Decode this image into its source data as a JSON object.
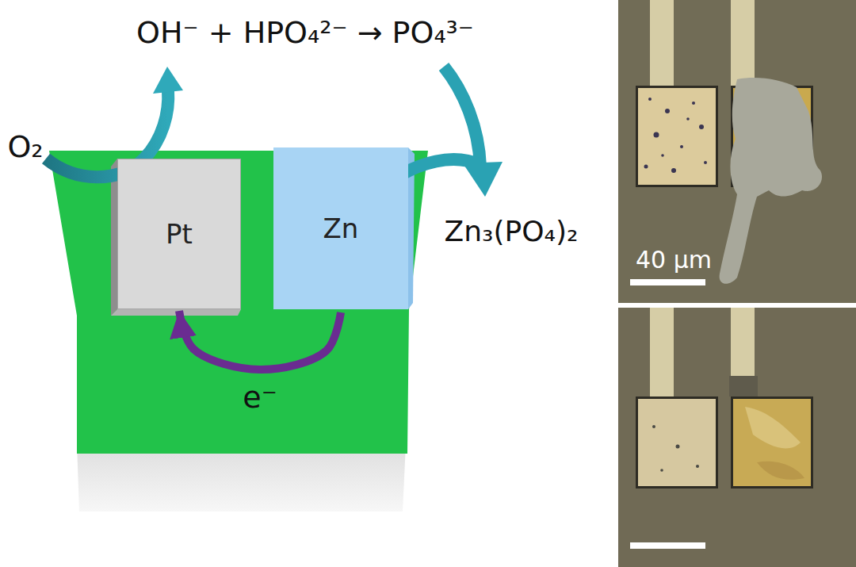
{
  "diagram": {
    "nodes": [
      {
        "text": [
          "Pt"
        ]
      },
      {
        "text": [
          "Zn"
        ]
      }
    ],
    "edges": [
      {
        "from": 1,
        "to": 0,
        "arrow": "to",
        "label": "e⁻"
      }
    ],
    "labels": [
      "OH⁻ + HPO₄²⁻ → PO₄³⁻",
      "O₂",
      "Zn₃(PO₄)₂",
      "40 µm"
    ]
  }
}
